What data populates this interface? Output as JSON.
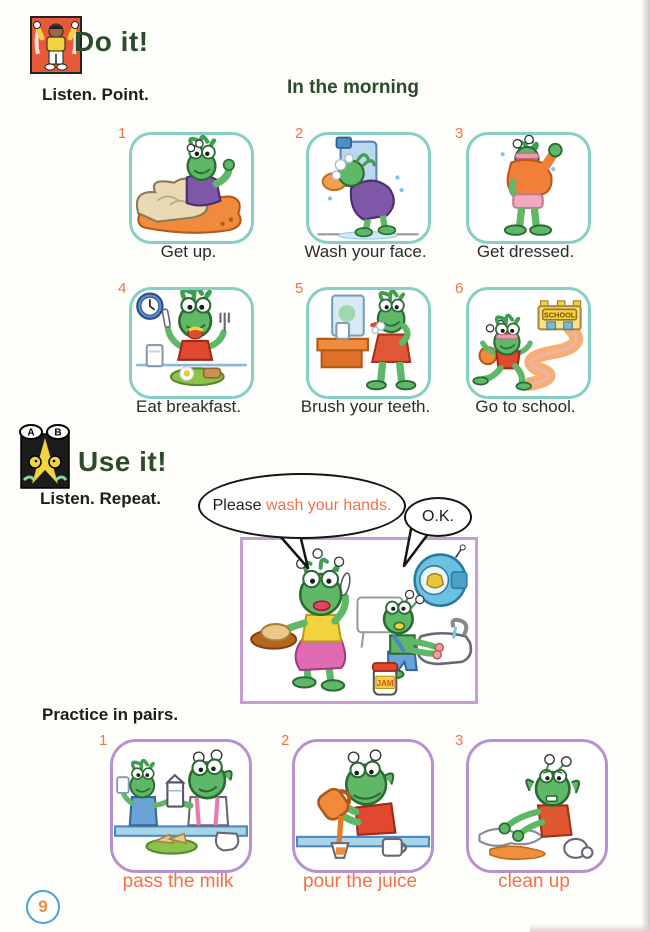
{
  "do_it": {
    "icon_name": "do-it-figure-icon",
    "title": "Do it!",
    "instruction": "Listen. Point.",
    "heading": "In the morning",
    "cards": [
      {
        "number": "1",
        "caption": "Get up."
      },
      {
        "number": "2",
        "caption": "Wash your face."
      },
      {
        "number": "3",
        "caption": "Get dressed."
      },
      {
        "number": "4",
        "caption": "Eat breakfast."
      },
      {
        "number": "5",
        "caption": "Brush your teeth."
      },
      {
        "number": "6",
        "caption": "Go to school.",
        "school_sign": "SCHOOL"
      }
    ]
  },
  "use_it": {
    "icon_name": "pairwork-ab-icon",
    "badge_a": "A",
    "badge_b": "B",
    "title": "Use it!",
    "instruction": "Listen. Repeat.",
    "request_bubble": {
      "plain": "Please ",
      "highlight": "wash your hands."
    },
    "reply_bubble": "O.K.",
    "jam_label": "JAM"
  },
  "practice": {
    "instruction": "Practice in pairs.",
    "cards": [
      {
        "number": "1",
        "caption": "pass the milk"
      },
      {
        "number": "2",
        "caption": "pour the juice"
      },
      {
        "number": "3",
        "caption": "clean up"
      }
    ]
  },
  "footer": {
    "page_number": "9"
  },
  "palette": {
    "title_green": "#2e4b2c",
    "accent_orange": "#f2714a",
    "teal_card_border": "#85cfc3",
    "purple_card_border": "#b892d0",
    "scene_border_purple": "#c59fd4",
    "page_circle_blue": "#4aa0d8",
    "frog_green": "#5fb868"
  }
}
